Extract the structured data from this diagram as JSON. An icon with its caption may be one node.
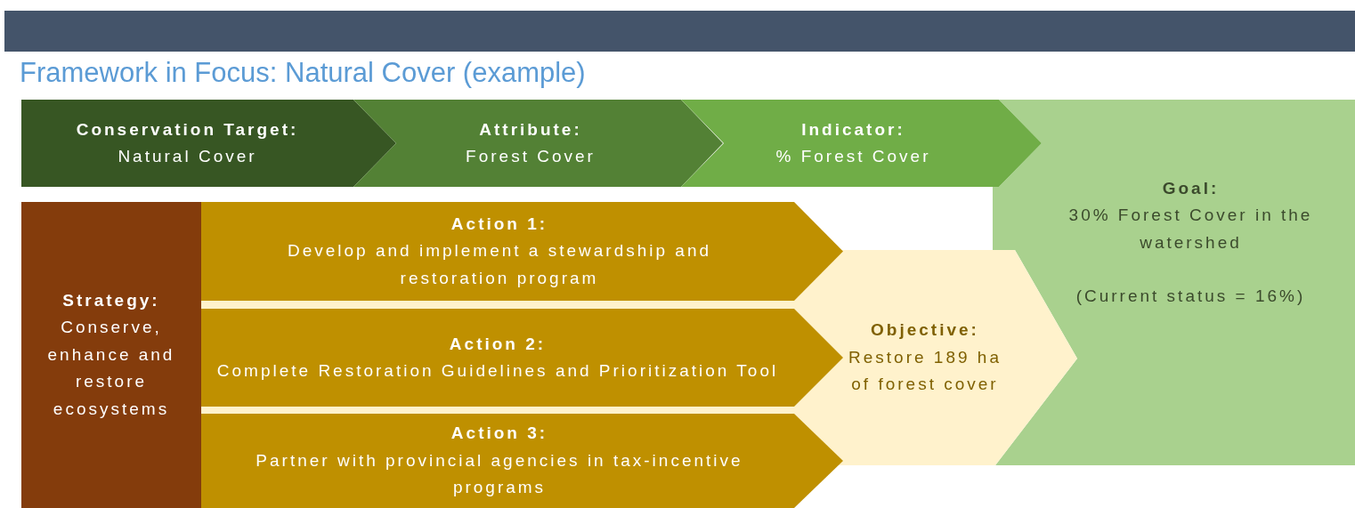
{
  "diagram": {
    "title": "Framework in Focus: Natural Cover (example)",
    "nodes": [
      {
        "text": [
          "Conservation Target:",
          "Natural Cover"
        ]
      },
      {
        "text": [
          "Attribute:",
          "Forest Cover"
        ]
      },
      {
        "text": [
          "Indicator:",
          "% Forest Cover"
        ]
      },
      {
        "text": [
          "Goal:",
          "30% Forest Cover in the watershed",
          "(Current status = 16%)"
        ]
      },
      {
        "text": [
          "Strategy:",
          "Conserve, enhance and restore ecosystems"
        ]
      },
      {
        "text": [
          "Action 1:",
          "Develop and implement a stewardship and restoration program"
        ]
      },
      {
        "text": [
          "Action 2:",
          "Complete Restoration Guidelines and Prioritization Tool"
        ]
      },
      {
        "text": [
          "Action 3:",
          "Partner with provincial agencies in tax-incentive programs"
        ]
      },
      {
        "text": [
          "Objective:",
          "Restore 189 ha of forest cover"
        ]
      }
    ]
  }
}
